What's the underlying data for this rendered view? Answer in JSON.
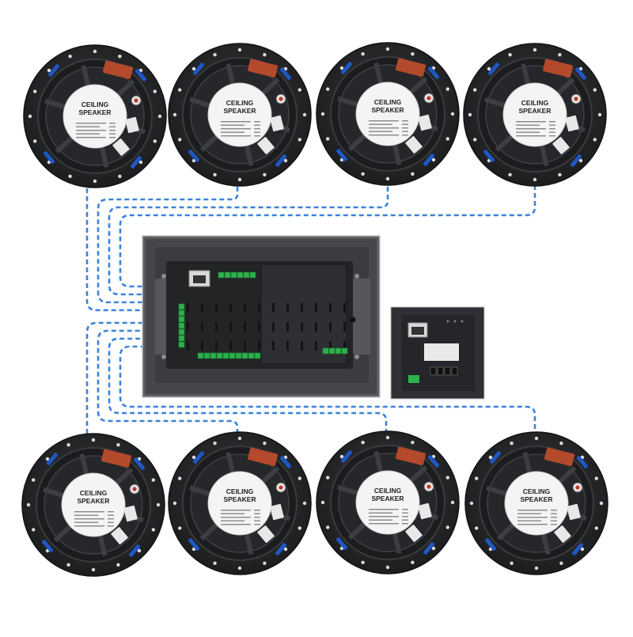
{
  "speaker_label": {
    "line1": "CEILING",
    "line2": "SPEAKER"
  },
  "speakers": [
    {
      "id": "top-1"
    },
    {
      "id": "top-2"
    },
    {
      "id": "top-3"
    },
    {
      "id": "top-4"
    },
    {
      "id": "bottom-1"
    },
    {
      "id": "bottom-2"
    },
    {
      "id": "bottom-3"
    },
    {
      "id": "bottom-4"
    }
  ],
  "colors": {
    "cable": "#3b82dc",
    "speaker_body": "#2a2b2d",
    "speaker_dark": "#1b1c1e",
    "label_bg": "#f4f4f4",
    "tweeter_cover": "#b34a2c",
    "clip": "#1f57c4",
    "panel_frame": "#4a4c50",
    "panel_body": "#2f3033",
    "terminal_green": "#2bb24c"
  },
  "devices": {
    "main_panel": "in-wall-amplifier-back",
    "small_panel": "wall-control-panel-back"
  }
}
